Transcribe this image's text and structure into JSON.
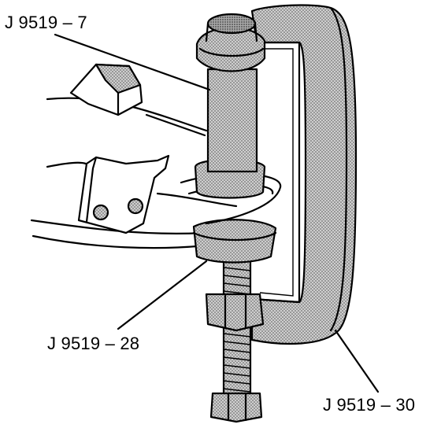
{
  "callouts": {
    "top_tool": "J 9519 – 7",
    "lower_cup": "J 9519 – 28",
    "frame": "J 9519 – 30"
  },
  "colors": {
    "ink": "#000000",
    "paper": "#ffffff",
    "screen_tone": "#bdbdbd"
  }
}
